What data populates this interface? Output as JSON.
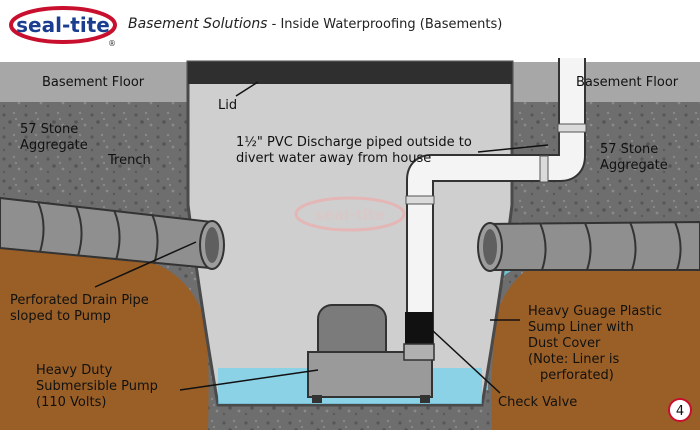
{
  "header": {
    "logo_text": "seal-tite",
    "logo_mark": "®",
    "title_main": "Basement Solutions",
    "title_sep": " - ",
    "title_sub": "Inside Waterproofing (Basements)"
  },
  "labels": {
    "basement_floor_left": "Basement Floor",
    "basement_floor_right": "Basement Floor",
    "lid": "Lid",
    "stone_left_1": "57 Stone",
    "stone_left_2": "Aggregate",
    "trench": "Trench",
    "pvc_1": "1½\" PVC Discharge piped outside to",
    "pvc_2": "divert water away from house",
    "stone_right_1": "57 Stone",
    "stone_right_2": "Aggregate",
    "watermark": "seal-tite",
    "drain_1": "Perforated Drain Pipe",
    "drain_2": "sloped to Pump",
    "liner_1": "Heavy Guage Plastic",
    "liner_2": "Sump Liner with",
    "liner_3": "Dust Cover",
    "liner_4": "(Note: Liner is",
    "liner_5": "perforated)",
    "pump_1": "Heavy Duty",
    "pump_2": "Submersible Pump",
    "pump_3": "(110 Volts)",
    "check_valve": "Check Valve",
    "page_number": "4"
  },
  "colors": {
    "brand_red": "#c8102e",
    "floor": "#a7a7a7",
    "gravel": "#6e6e6e",
    "soil": "#9a5f26",
    "liner": "#cfcfcf",
    "water": "#6fd3ef",
    "pipe": "#8f8f8f",
    "pvc": "#f4f4f4"
  }
}
